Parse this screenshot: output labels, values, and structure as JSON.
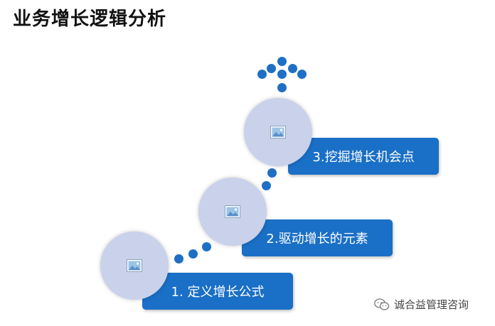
{
  "title": "业务增长逻辑分析",
  "steps": [
    {
      "label": "1. 定义增长公式",
      "icon": "image-placeholder-icon"
    },
    {
      "label": "2.驱动增长的元素",
      "icon": "image-placeholder-icon"
    },
    {
      "label": "3.挖掘增长机会点",
      "icon": "image-placeholder-icon"
    }
  ],
  "watermark": {
    "text": "诚合益管理咨询",
    "icon": "wechat-icon"
  },
  "colors": {
    "accent": "#1a6fc6",
    "circle": "#c9d2ea",
    "dot": "#1f6fc4"
  }
}
